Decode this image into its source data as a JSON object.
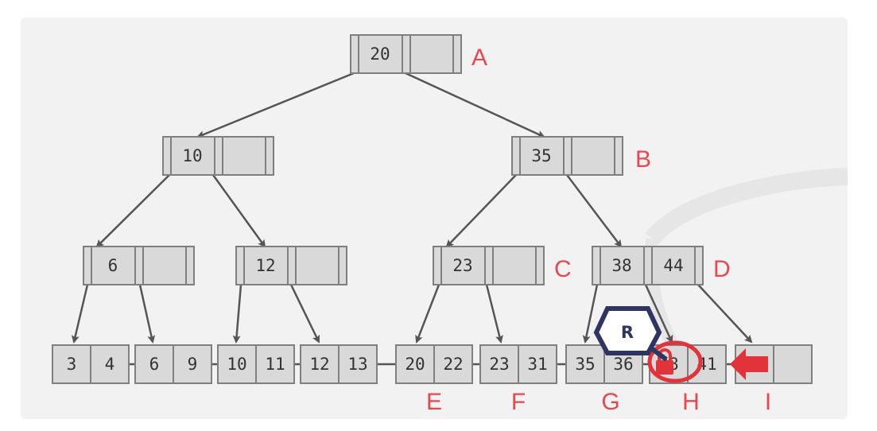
{
  "colors": {
    "panel": "#f2f2f2",
    "node_fill": "#d9d9d9",
    "node_stroke": "#7f7f7f",
    "edge": "#555555",
    "label": "#e8474f",
    "lock_border": "#2e3560",
    "highlight": "#e2333b"
  },
  "tree": {
    "inner_nodes": [
      {
        "name": "A",
        "keys": [
          "20",
          ""
        ]
      },
      {
        "name": "B",
        "keys": [
          "35",
          ""
        ]
      },
      {
        "name": "",
        "keys": [
          "10",
          ""
        ]
      },
      {
        "name": "",
        "keys": [
          "6",
          ""
        ]
      },
      {
        "name": "",
        "keys": [
          "12",
          ""
        ]
      },
      {
        "name": "C",
        "keys": [
          "23",
          ""
        ]
      },
      {
        "name": "D",
        "keys": [
          "38",
          "44"
        ]
      }
    ],
    "leaves": [
      {
        "name": "",
        "keys": [
          "3",
          "4"
        ]
      },
      {
        "name": "",
        "keys": [
          "6",
          "9"
        ]
      },
      {
        "name": "",
        "keys": [
          "10",
          "11"
        ]
      },
      {
        "name": "",
        "keys": [
          "12",
          "13"
        ]
      },
      {
        "name": "E",
        "keys": [
          "20",
          "22"
        ]
      },
      {
        "name": "F",
        "keys": [
          "23",
          "31"
        ]
      },
      {
        "name": "G",
        "keys": [
          "35",
          "36"
        ]
      },
      {
        "name": "H",
        "keys": [
          "38",
          "41"
        ]
      },
      {
        "name": "I",
        "keys": [
          "",
          ""
        ]
      }
    ]
  },
  "lock": {
    "label": "R",
    "icon": "padlock-icon"
  },
  "pointer": {
    "icon": "arrow-left-icon"
  }
}
